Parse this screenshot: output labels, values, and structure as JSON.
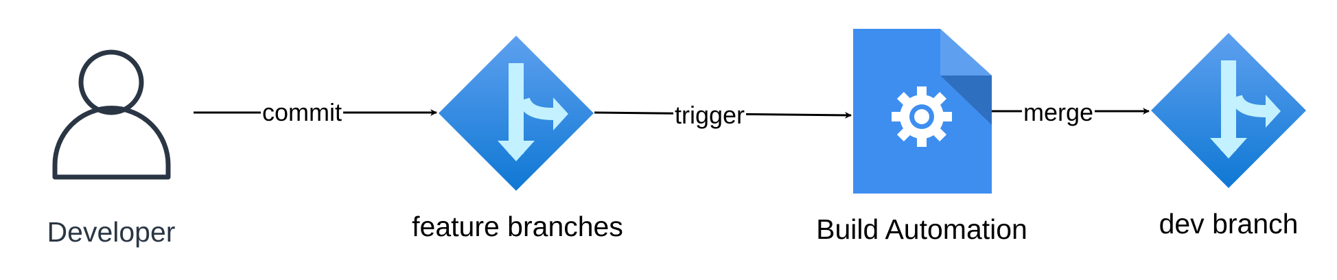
{
  "nodes": {
    "developer": {
      "label": "Developer",
      "icon": "user-icon",
      "color": "#2b3644"
    },
    "feature_branches": {
      "label": "feature branches",
      "icon": "git-branch-icon",
      "color": "#000000"
    },
    "build_automation": {
      "label": "Build Automation",
      "icon": "build-gear-document-icon",
      "color": "#000000"
    },
    "dev_branch": {
      "label": "dev branch",
      "icon": "git-branch-icon",
      "color": "#000000"
    }
  },
  "edges": [
    {
      "label": "commit",
      "from": "developer",
      "to": "feature_branches"
    },
    {
      "label": "trigger",
      "from": "feature_branches",
      "to": "build_automation"
    },
    {
      "label": "merge",
      "from": "build_automation",
      "to": "dev_branch"
    }
  ],
  "colors": {
    "azure_blue_light": "#5ea0ef",
    "azure_blue_dark": "#0f78d4",
    "doc_blue": "#3e8ef0",
    "doc_fold": "#2f6fbf",
    "branch_glyph": "#c3f1ff",
    "user_outline": "#2b3644"
  }
}
